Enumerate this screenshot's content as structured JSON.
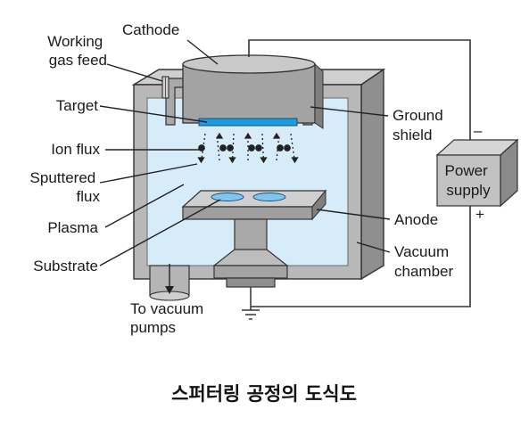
{
  "labels": {
    "cathode": "Cathode",
    "working_gas_feed": [
      "Working",
      "gas feed"
    ],
    "target": "Target",
    "ion_flux": "Ion flux",
    "sputtered_flux": [
      "Sputtered",
      "flux"
    ],
    "plasma": "Plasma",
    "substrate": "Substrate",
    "to_vacuum_pumps": [
      "To vacuum",
      "pumps"
    ],
    "ground_shield": [
      "Ground",
      "shield"
    ],
    "power_supply": [
      "Power",
      "supply"
    ],
    "anode": "Anode",
    "vacuum_chamber": [
      "Vacuum",
      "chamber"
    ],
    "minus_sign": "–",
    "plus_sign": "+"
  },
  "caption": "스퍼터링 공정의 도식도",
  "colors": {
    "plasma_fill": "#d7ecf9",
    "wall_gray": "#b8b8b8",
    "wall_dark": "#8a8a8a",
    "target_blue": "#1d9be0",
    "substrate_blue": "#7ec6ee"
  }
}
